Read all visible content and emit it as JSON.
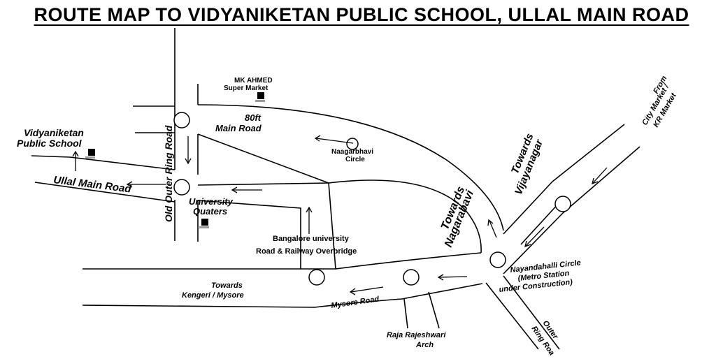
{
  "title": "ROUTE MAP TO VIDYANIKETAN PUBLIC SCHOOL, ULLAL MAIN ROAD",
  "labels": {
    "school_1": "Vidyaniketan",
    "school_2": "Public School",
    "ullal_road": "Ullal Main Road",
    "old_outer_ring": "Old Outer Ring Road",
    "mk_ahmed_1": "MK AHMED",
    "mk_ahmed_2": "Super Market",
    "ft80_1": "80ft",
    "ft80_2": "Main Road",
    "naagarbhavi_1": "Naagarbhavi",
    "naagarbhavi_2": "Circle",
    "university_1": "University",
    "university_2": "Quaters",
    "bu_road_1": "Bangalore university",
    "bu_road_2": "Road & Railway Overbridge",
    "kengeri_1": "Towards",
    "kengeri_2": "Kengeri / Mysore",
    "mysore_road": "Mysore Road",
    "rr_arch_1": "Raja Rajeshwari",
    "rr_arch_2": "Arch",
    "nagarabavi_1": "Towards",
    "nagarabavi_2": "Nagarabavi",
    "vijayanagar_1": "Towards",
    "vijayanagar_2": "Vijayanagar",
    "city_market_1": "From",
    "city_market_2": "City Market /",
    "city_market_3": "KR Market",
    "nayandahalli_1": "Nayandahalli Circle",
    "nayandahalli_2": "(Metro Station",
    "nayandahalli_3": "under Construction)",
    "outer_ring_1": "Outer",
    "outer_ring_2": "Ring Roa"
  }
}
